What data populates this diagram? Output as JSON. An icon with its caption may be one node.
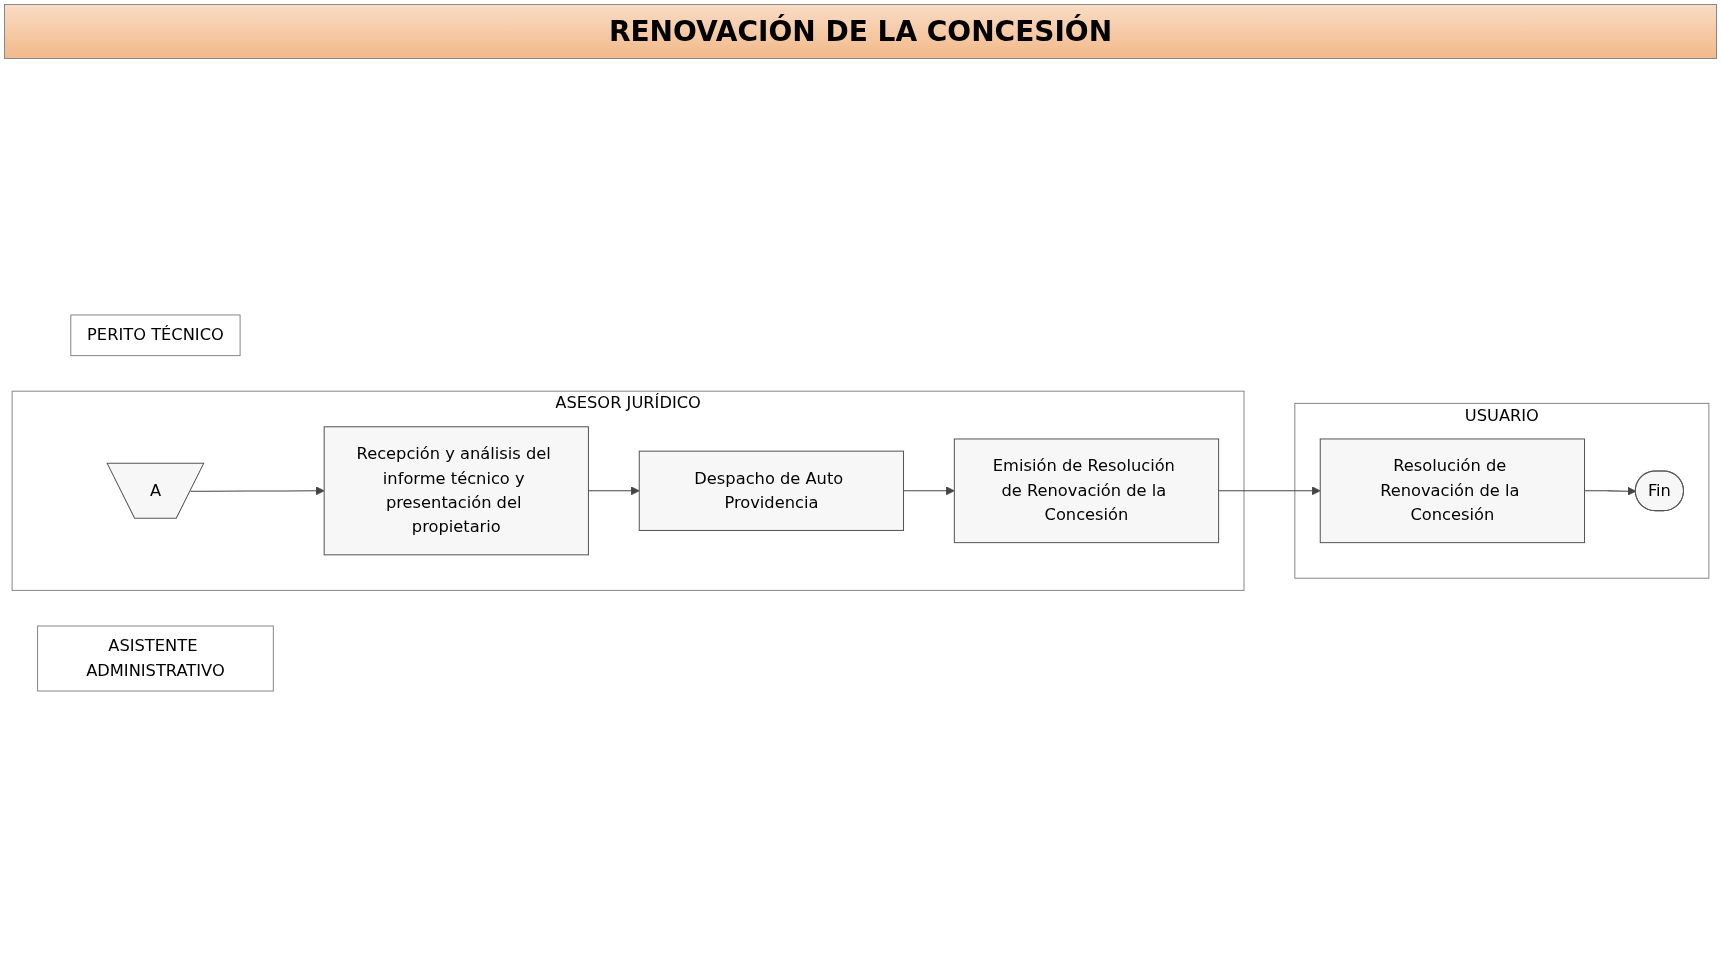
{
  "diagram": {
    "title": "RENOVACIÓN DE LA CONCESIÓN",
    "nodes": [
      {
        "text": [
          "USUARIO"
        ]
      },
      {
        "text": [
          "ASISTENTE ADMINISTRATIVO"
        ]
      },
      {
        "text": [
          "ASESOR JURÍDICO"
        ]
      },
      {
        "text": [
          "PERITO TÉCNICO"
        ]
      },
      {
        "text": [
          "A"
        ],
        "in": 2
      },
      {
        "text": [
          "Recepción y análisis del informe técnico y presentación del propietario"
        ],
        "in": 2
      },
      {
        "text": [
          "Resolución de Renovación de la Concesión"
        ],
        "in": 0
      },
      {
        "text": [
          "Emisión de Resolución de Renovación de la Concesión"
        ],
        "in": 2
      },
      {
        "text": [
          "Despacho de Auto Providencia"
        ],
        "in": 2
      },
      {
        "text": [
          "Fin"
        ],
        "in": 0
      }
    ],
    "edges": [
      {
        "from": 4,
        "to": 5,
        "arrow": "to"
      },
      {
        "from": 5,
        "to": 8,
        "arrow": "to"
      },
      {
        "from": 8,
        "to": 7,
        "arrow": "to"
      },
      {
        "from": 7,
        "to": 6,
        "arrow": "to"
      },
      {
        "from": 6,
        "to": 9,
        "arrow": "to"
      }
    ]
  }
}
